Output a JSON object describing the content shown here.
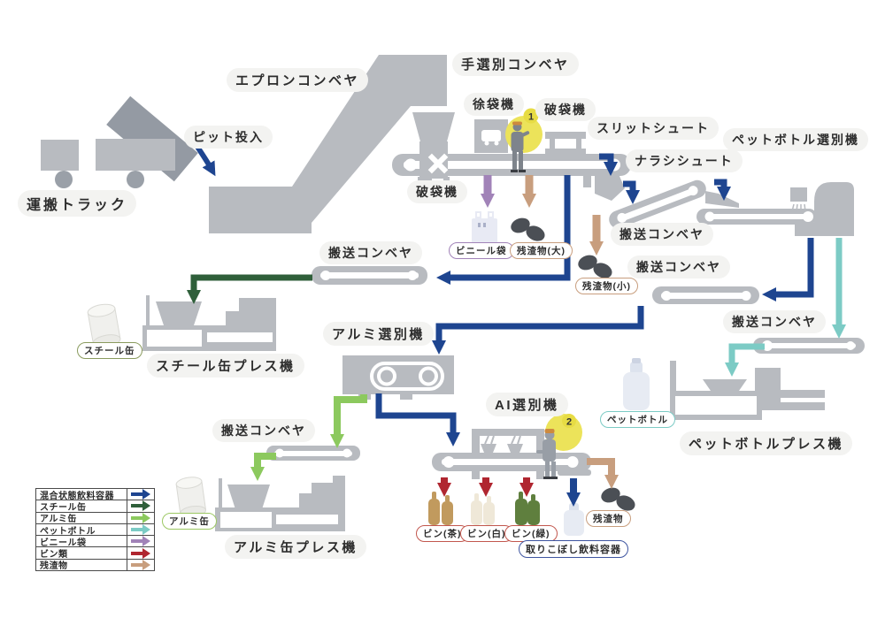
{
  "diagram": {
    "process_labels": {
      "transport_truck": "運搬トラック",
      "pit_input": "ピット投入",
      "apron_conveyor": "エプロンコンベヤ",
      "hand_sorting_conveyor": "手選別コンベヤ",
      "bag_opener": "徐袋機",
      "bag_breaker": "破袋機",
      "slit_chute": "スリットシュート",
      "narashi_chute": "ナラシシュート",
      "pet_bottle_sorter": "ペットボトル選別機",
      "transport_conveyor": "搬送コンベヤ",
      "steel_can_press": "スチール缶プレス機",
      "aluminum_sorter": "アルミ選別機",
      "ai_sorter": "AI選別機",
      "aluminum_can_press": "アルミ缶プレス機",
      "pet_bottle_press": "ペットボトルプレス機"
    },
    "product_labels": {
      "vinyl_bag": "ビニール袋",
      "residue_large": "残渣物(大)",
      "residue_small": "残渣物(小)",
      "steel_can": "スチール缶",
      "aluminum_can": "アルミ缶",
      "pet_bottle": "ペットボトル",
      "bottle_brown": "ビン(茶)",
      "bottle_white": "ビン(白)",
      "bottle_green": "ビン(緑)",
      "missed_beverage_containers": "取りこぼし飲料容器",
      "residue": "残渣物"
    },
    "worker_badges": {
      "worker_1": "1",
      "worker_2": "2"
    },
    "legend": {
      "rows": [
        {
          "label": "混合状態飲料容器",
          "color": "#1e4590"
        },
        {
          "label": "スチール缶",
          "color": "#2f5f3a"
        },
        {
          "label": "アルミ缶",
          "color": "#8cc95e"
        },
        {
          "label": "ペットボトル",
          "color": "#7ccbc5"
        },
        {
          "label": "ビニール袋",
          "color": "#a183b8"
        },
        {
          "label": "ビン類",
          "color": "#b02630"
        },
        {
          "label": "残渣物",
          "color": "#c89e7e"
        }
      ]
    }
  }
}
